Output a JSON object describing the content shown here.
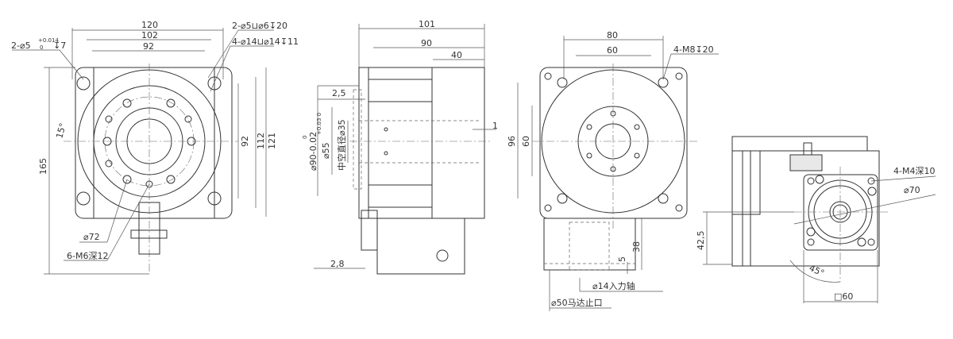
{
  "front_view": {
    "dim_width_total": "120",
    "dim_width_holes": "102",
    "dim_width_inner": "92",
    "dim_height_inner": "92",
    "dim_height_mid": "112",
    "dim_height_total": "121",
    "dim_overall_height": "165",
    "note_pin_hole": "2-⌀5",
    "note_pin_tol_upper": "+0.014",
    "note_pin_tol_lower": "0",
    "note_pin_depth": "↧7",
    "note_cbore_small": "2-⌀5⊔⌀6↧20",
    "note_cbore_large": "4-⌀14⊔⌀14↧11",
    "angle": "15°",
    "pcd": "⌀72",
    "tapped_holes": "6-M6深12"
  },
  "side_view": {
    "dim_length_total": "101",
    "dim_length_mid": "90",
    "dim_length_short": "40",
    "dim_step": "2,5",
    "dim_gap": "1",
    "dim_bottom": "2,8",
    "dia_outer": "⌀90-0.02",
    "dia_outer_tol": "0",
    "dia_pilot": "⌀55",
    "dia_pilot_tol": "+0.03 0",
    "hollow_label": "中空直径⌀35"
  },
  "rear_view": {
    "dim_width_outer": "80",
    "dim_width_inner": "60",
    "dim_height_outer": "96",
    "dim_height_inner": "60",
    "note_tapped": "4-M8↧20",
    "dim_motor_38": "38",
    "dim_motor_5": "5",
    "input_shaft": "⌀14入力轴",
    "motor_spigot": "⌀50马达止口"
  },
  "motor_view": {
    "note_tapped": "4-M4深10",
    "pcd": "⌀70",
    "dim_height": "42,5",
    "angle": "45°",
    "square": "□60"
  }
}
